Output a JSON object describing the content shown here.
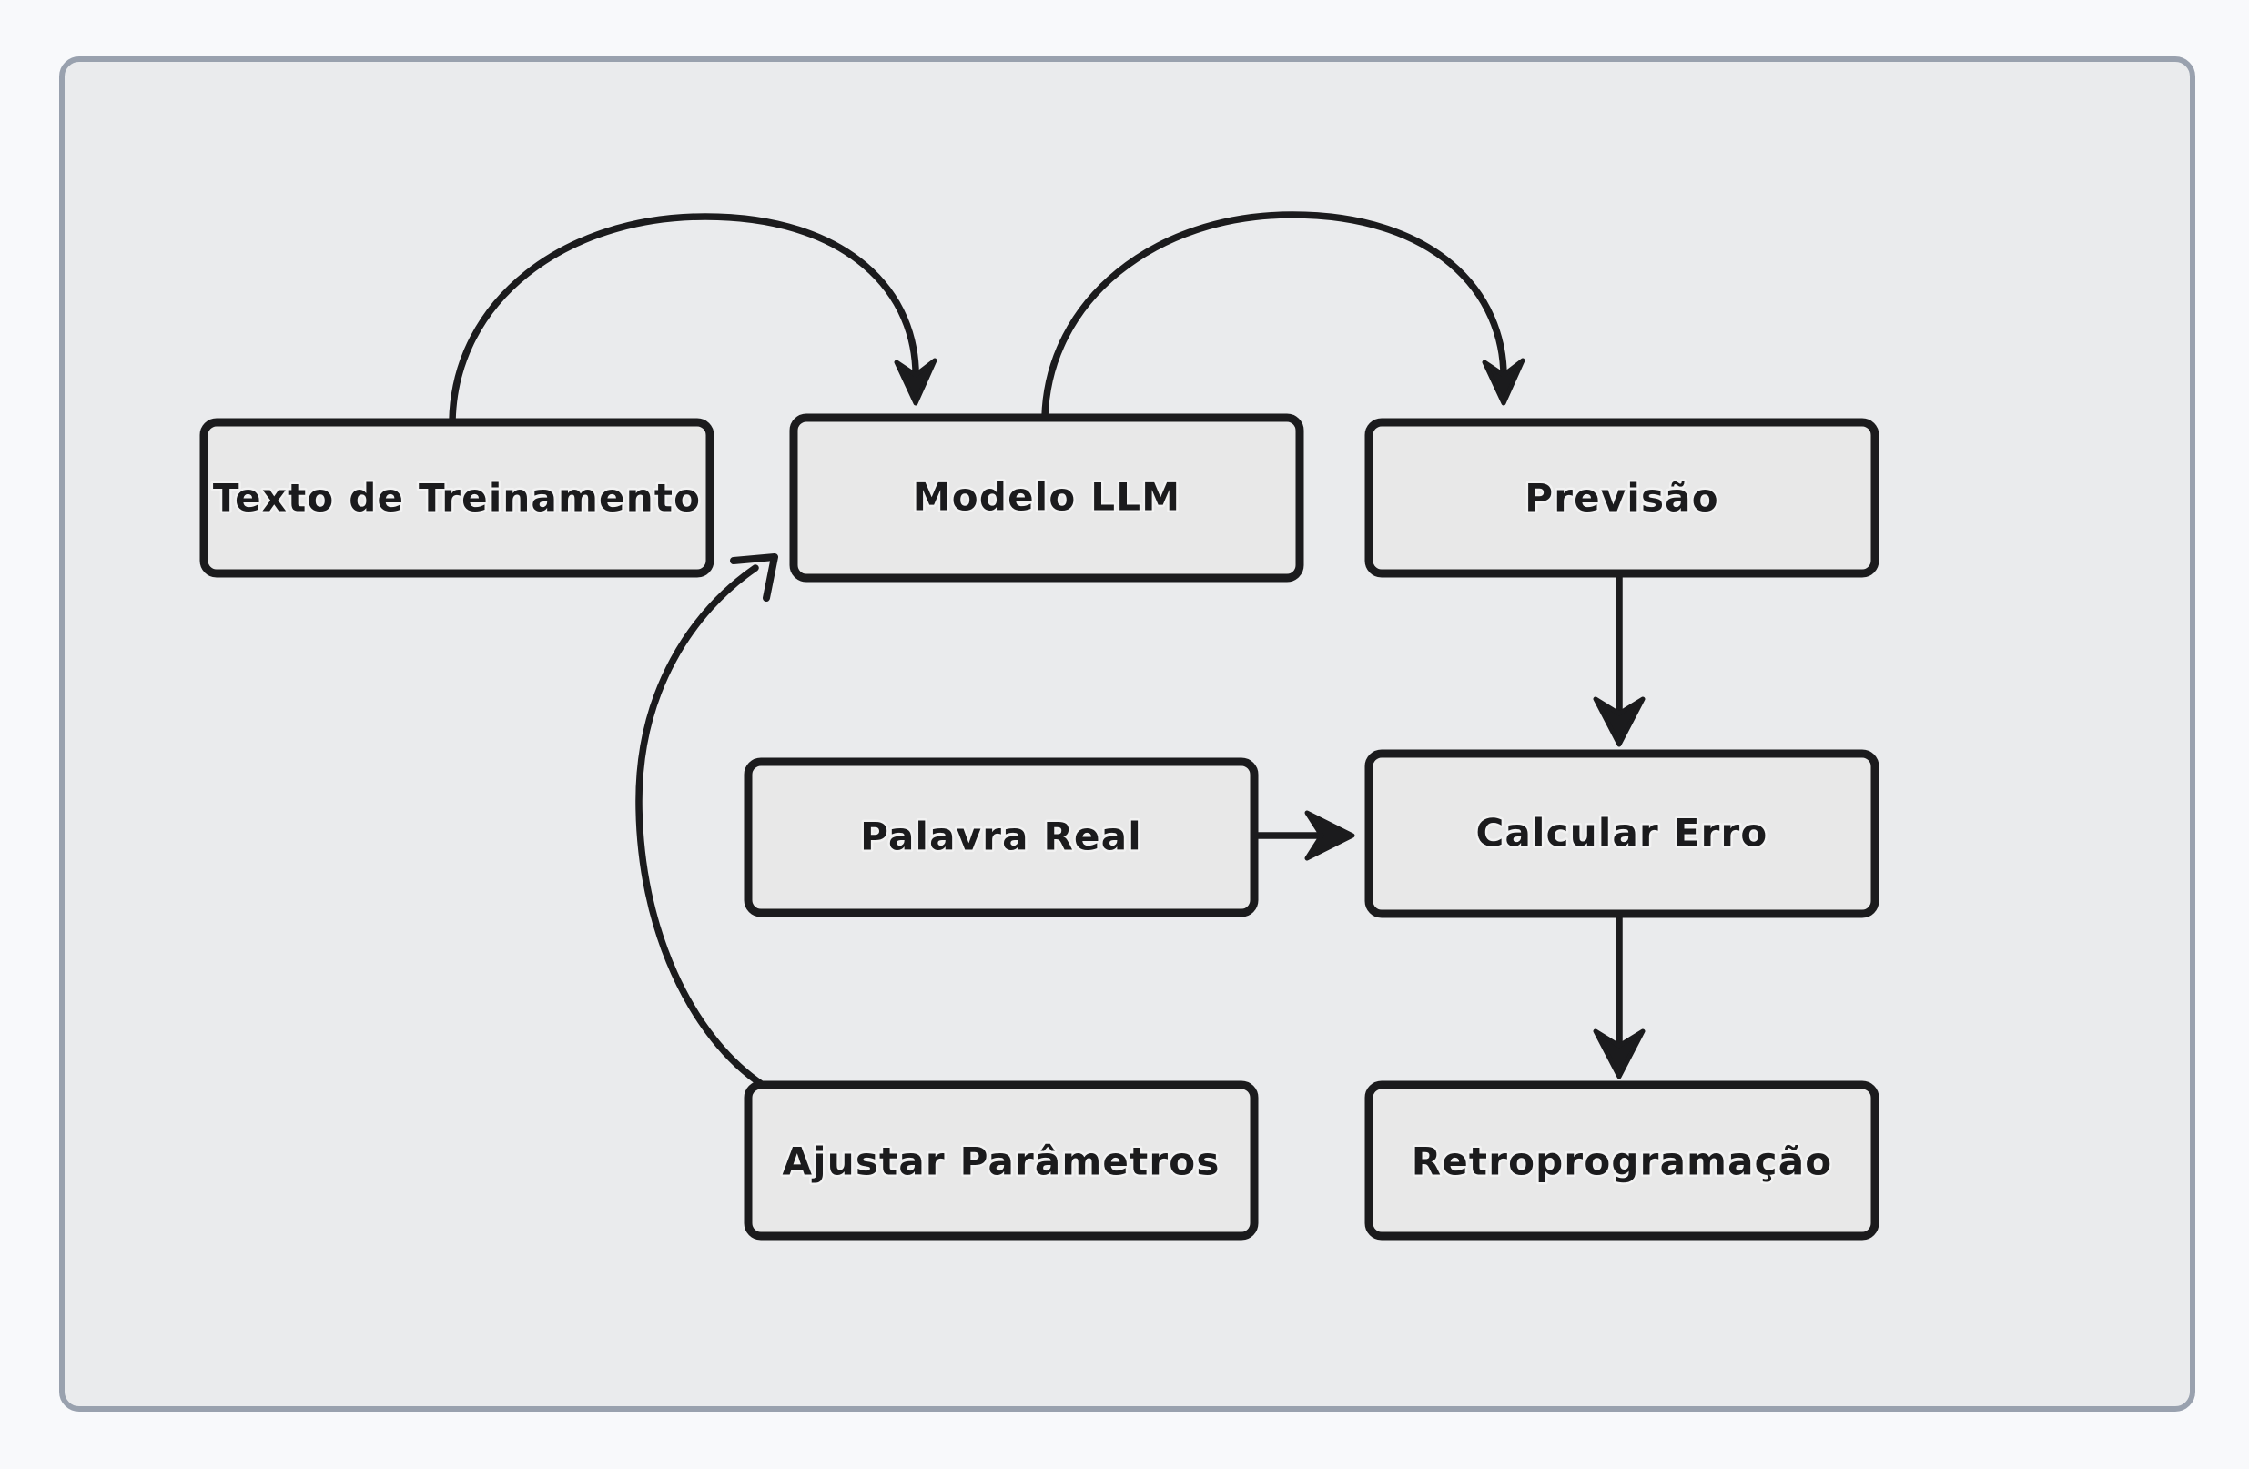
{
  "canvas": {
    "background": "#f8f9fb",
    "frame_fill": "#eaebed",
    "frame_border": "#99a1ae",
    "node_fill": "#e8e8e8",
    "node_stroke": "#1b1b1d",
    "edge_stroke": "#1b1b1d"
  },
  "diagram": {
    "type": "flowchart",
    "style": "hand-drawn",
    "language": "pt-BR",
    "nodes": [
      {
        "id": "texto",
        "label": "Texto de Treinamento",
        "row": 1,
        "col": 1
      },
      {
        "id": "modelo",
        "label": "Modelo LLM",
        "row": 1,
        "col": 2
      },
      {
        "id": "previsao",
        "label": "Previsão",
        "row": 1,
        "col": 3
      },
      {
        "id": "palavra",
        "label": "Palavra Real",
        "row": 2,
        "col": 2
      },
      {
        "id": "calcular",
        "label": "Calcular Erro",
        "row": 2,
        "col": 3
      },
      {
        "id": "ajustar",
        "label": "Ajustar Parâmetros",
        "row": 3,
        "col": 2
      },
      {
        "id": "retro",
        "label": "Retroprogramação",
        "row": 3,
        "col": 3
      }
    ],
    "edges": [
      {
        "from": "texto",
        "to": "modelo",
        "shape": "arc-over",
        "label": ""
      },
      {
        "from": "modelo",
        "to": "previsao",
        "shape": "arc-over",
        "label": ""
      },
      {
        "from": "previsao",
        "to": "calcular",
        "shape": "straight-down",
        "label": ""
      },
      {
        "from": "palavra",
        "to": "calcular",
        "shape": "straight-right",
        "label": ""
      },
      {
        "from": "calcular",
        "to": "retro",
        "shape": "straight-down",
        "label": ""
      },
      {
        "from": "ajustar",
        "to": "modelo",
        "shape": "arc-left-up",
        "label": ""
      }
    ]
  }
}
